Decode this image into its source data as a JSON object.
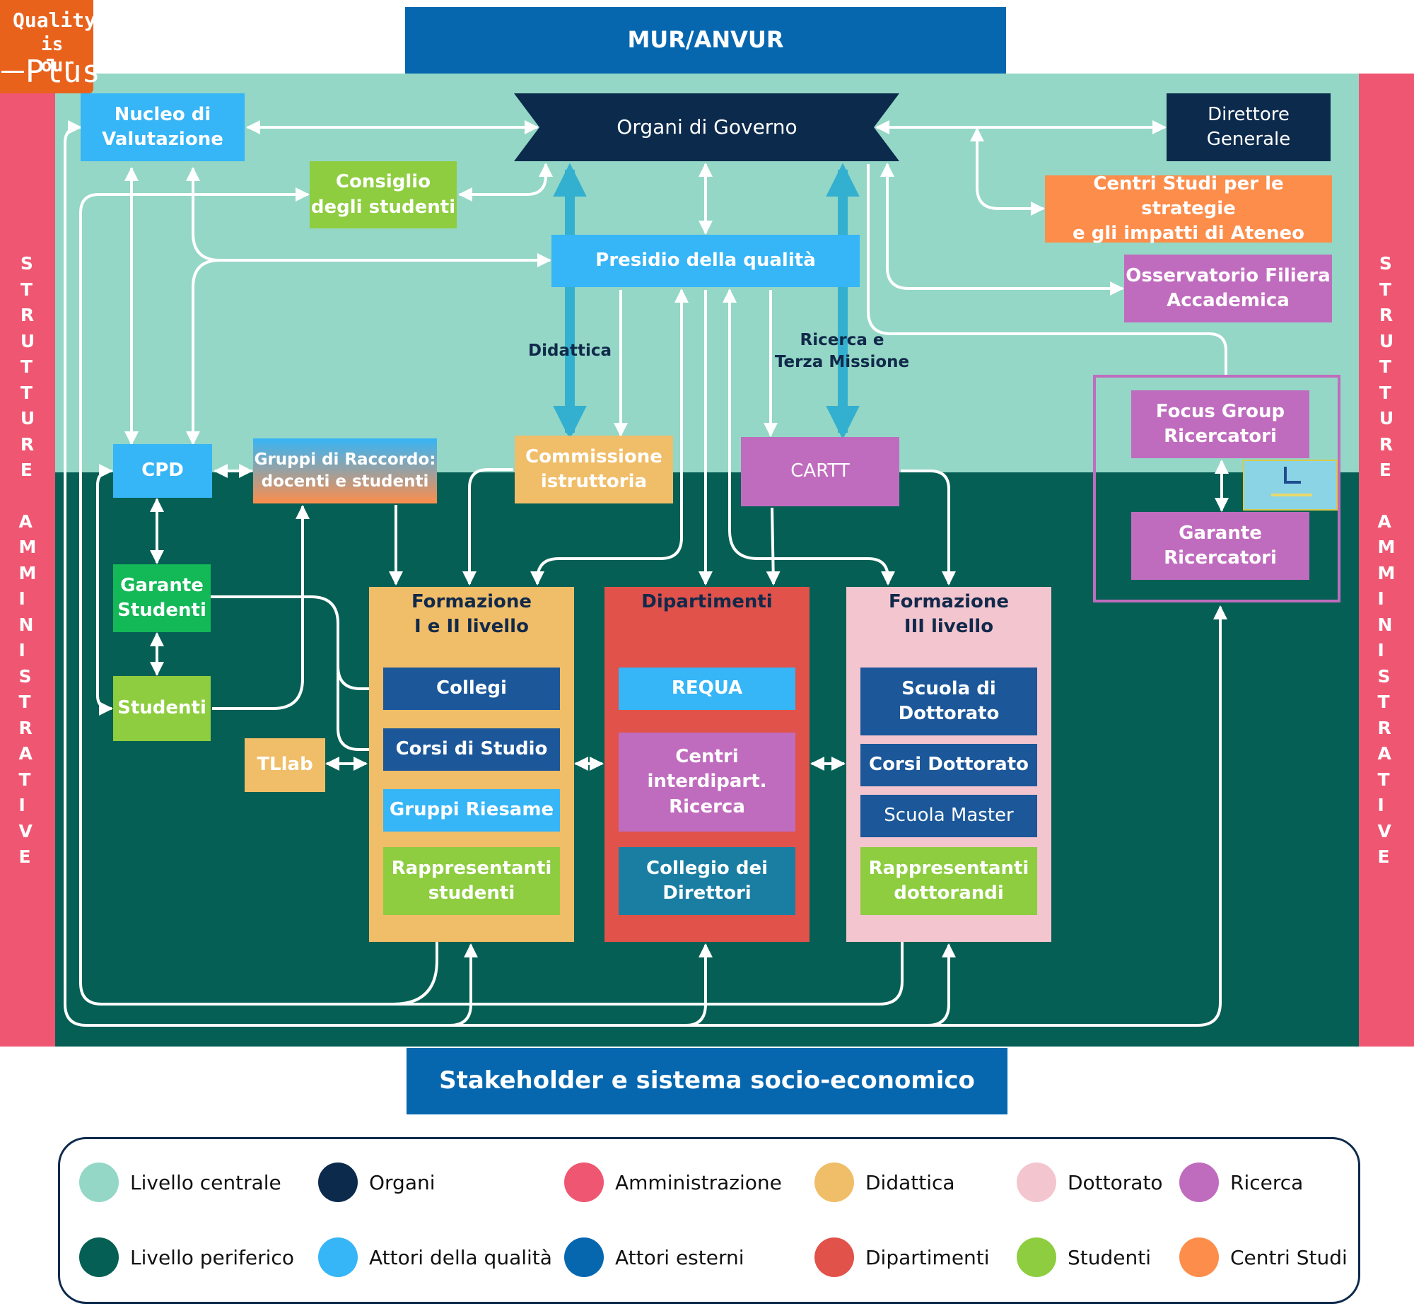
{
  "logo": {
    "line1": "Quality",
    "line2": "is our",
    "line3": "Plus"
  },
  "top_banner": "MUR/ANVUR",
  "bottom_banner": "Stakeholder e sistema socio-economico",
  "side_label": "STRUTTURE AMMINISTRATIVE",
  "side_letters_1": [
    "S",
    "T",
    "R",
    "U",
    "T",
    "T",
    "U",
    "R",
    "E"
  ],
  "side_letters_2": [
    "A",
    "M",
    "M",
    "I",
    "N",
    "I",
    "S",
    "T",
    "R",
    "A",
    "T",
    "I",
    "V",
    "E"
  ],
  "nodes": {
    "nucleo": "Nucleo di\nValutazione",
    "organi": "Organi di Governo",
    "direttore": "Direttore\nGenerale",
    "consiglio": "Consiglio\ndegli studenti",
    "centri_studi": "Centri Studi per le strategie\ne gli impatti di Ateneo",
    "presidio": "Presidio della qualità",
    "osservatorio": "Osservatorio Filiera\nAccademica",
    "cpd": "CPD",
    "gruppi_raccordo": "Gruppi di Raccordo:\ndocenti e studenti",
    "commissione": "Commissione\nistruttoria",
    "cartt": "CARTT",
    "focus_group": "Focus Group\nRicercatori",
    "garante_ricercatori": "Garante\nRicercatori",
    "garante_studenti": "Garante\nStudenti",
    "studenti": "Studenti",
    "tllab": "TLlab"
  },
  "edge_labels": {
    "didattica": "Didattica",
    "ricerca": "Ricerca e\nTerza Missione"
  },
  "formazione12": {
    "title": "Formazione\nI e II livello",
    "items": [
      "Collegi",
      "Corsi di Studio",
      "Gruppi Riesame",
      "Rappresentanti\nstudenti"
    ]
  },
  "dipartimenti": {
    "title": "Dipartimenti",
    "items": [
      "REQUA",
      "Centri\ninterdipart.\nRicerca",
      "Collegio dei\nDirettori"
    ]
  },
  "formazione3": {
    "title": "Formazione\nIII livello",
    "items": [
      "Scuola di\nDottorato",
      "Corsi Dottorato",
      "Scuola Master",
      "Rappresentanti\ndottorandi"
    ]
  },
  "legend": [
    {
      "label": "Livello centrale",
      "color": "#94d7c6"
    },
    {
      "label": "Organi",
      "color": "#0c2a4c"
    },
    {
      "label": "Amministrazione",
      "color": "#ef5672"
    },
    {
      "label": "Didattica",
      "color": "#f0bd68"
    },
    {
      "label": "Dottorato",
      "color": "#f3c5cf"
    },
    {
      "label": "Ricerca",
      "color": "#c06cbe"
    },
    {
      "label": "Livello periferico",
      "color": "#055f54"
    },
    {
      "label": "Attori della qualità",
      "color": "#36b5f7"
    },
    {
      "label": "Attori esterni",
      "color": "#0667af"
    },
    {
      "label": "Dipartimenti",
      "color": "#e0524a"
    },
    {
      "label": "Studenti",
      "color": "#8dcd3f"
    },
    {
      "label": "Centri Studi",
      "color": "#fd8d4b"
    }
  ],
  "colors": {
    "central": "#94d7c6",
    "peripheral": "#055f54",
    "admin": "#ef5672",
    "organi": "#0c2a4c",
    "quality": "#36b5f7",
    "external": "#0667af",
    "didattica": "#f0bd68",
    "dipartimenti": "#e0524a",
    "dottorato": "#f3c5cf",
    "studenti": "#8dcd3f",
    "ricerca": "#c06cbe",
    "centri_studi": "#fd8d4b",
    "navy_box": "#1b5799",
    "green_box": "#13b857",
    "teal_box": "#1a7ea3",
    "thick_arrow": "#33b0cf"
  }
}
